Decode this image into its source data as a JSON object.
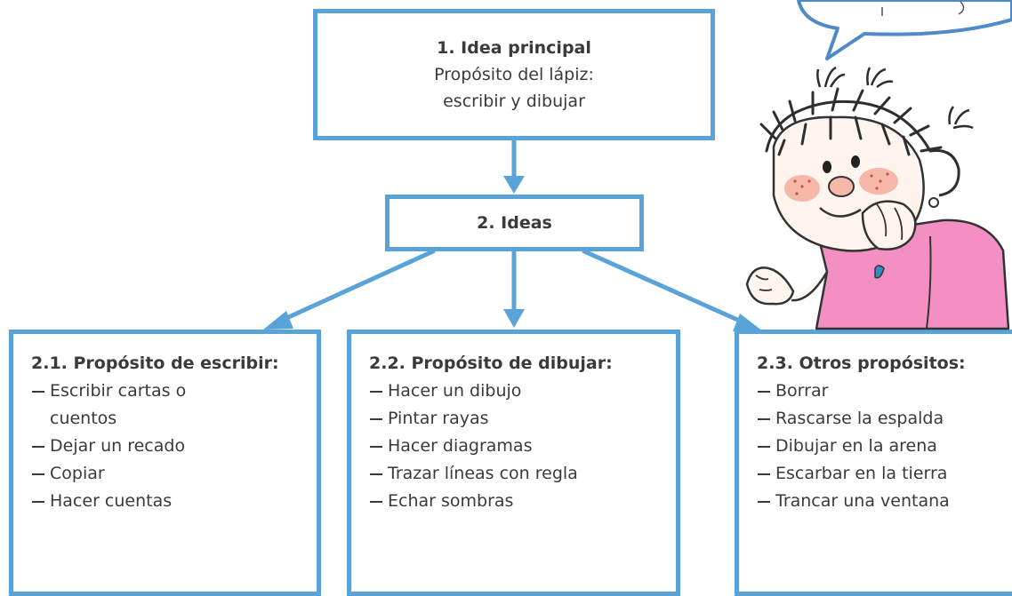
{
  "colors": {
    "box_border": "#5aa3d8",
    "arrow": "#5aa3d8",
    "text": "#3a3a3a",
    "shirt": "#f48fc3",
    "cheek": "#f7b7a8"
  },
  "main": {
    "title": "1. Idea principal",
    "line1": "Propósito del lápiz:",
    "line2": "escribir y dibujar"
  },
  "ideas": {
    "title": "2. Ideas"
  },
  "boxes": [
    {
      "title": "2.1. Propósito de escribir:",
      "items": [
        "Escribir cartas o cuentos",
        "Dejar un recado",
        "Copiar",
        "Hacer cuentas"
      ]
    },
    {
      "title": "2.2. Propósito de dibujar:",
      "items": [
        "Hacer un dibujo",
        "Pintar rayas",
        "Hacer diagramas",
        "Trazar líneas con regla",
        "Echar sombras"
      ]
    },
    {
      "title": "2.3. Otros propósitos:",
      "items": [
        "Borrar",
        "Rascarse la espalda",
        "Dibujar en la arena",
        "Escarbar en la tierra",
        "Trancar una ventana"
      ]
    }
  ],
  "icons": {
    "illustration": "girl-cartoon-icon",
    "speech": "speech-bubble-icon"
  }
}
